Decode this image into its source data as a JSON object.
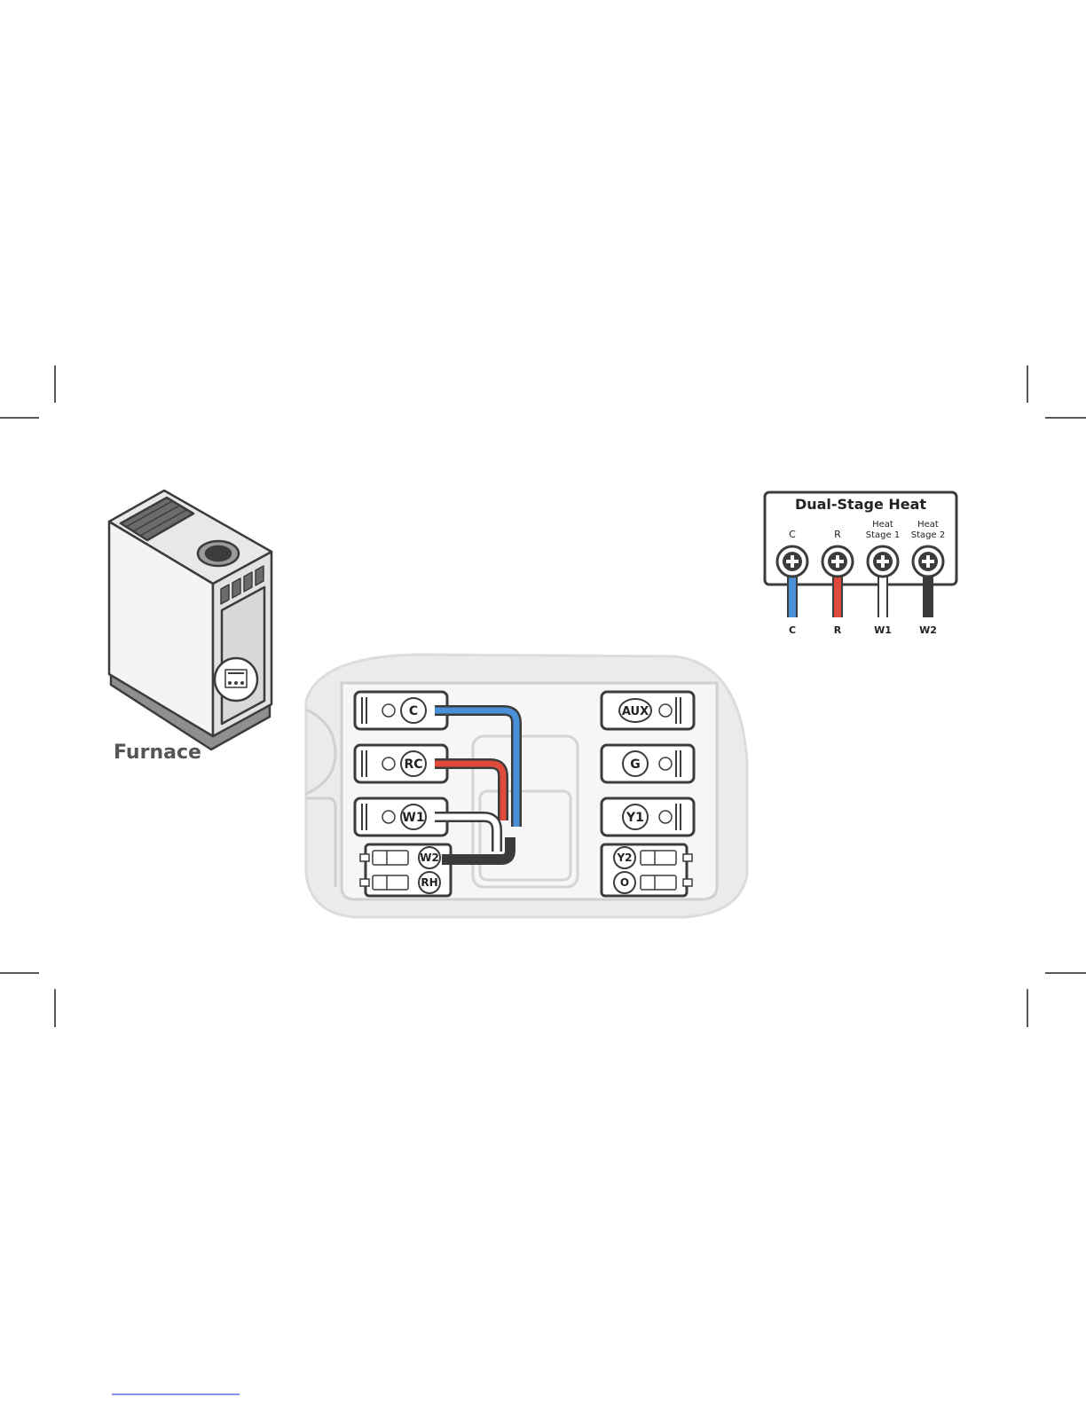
{
  "furnace": {
    "label": "Furnace"
  },
  "furnace_panel": {
    "title": "Dual-Stage Heat",
    "terminals": [
      {
        "top": "C",
        "bottom": "C",
        "wire_color": "#4a90d9"
      },
      {
        "top": "R",
        "bottom": "R",
        "wire_color": "#e04a3a"
      },
      {
        "top": [
          "Heat",
          "Stage 1"
        ],
        "bottom": "W1",
        "wire_color": "#ffffff"
      },
      {
        "top": [
          "Heat",
          "Stage 2"
        ],
        "bottom": "W2",
        "wire_color": "#3a3a3a"
      }
    ]
  },
  "thermostat": {
    "left": [
      "C",
      "RC",
      "W1"
    ],
    "left_small": [
      "W2",
      "RH"
    ],
    "right": [
      "AUX",
      "G",
      "Y1"
    ],
    "right_small": [
      "Y2",
      "O"
    ]
  },
  "colors": {
    "blue": "#4a90d9",
    "red": "#e04a3a",
    "white": "#ffffff",
    "black": "#3a3a3a",
    "outline": "#3c3c3c",
    "panel_gray": "#ededed"
  }
}
